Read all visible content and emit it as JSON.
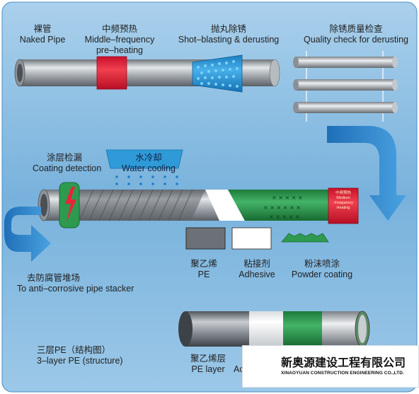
{
  "labels": {
    "naked_pipe": {
      "cn": "裸管",
      "en": "Naked Pipe"
    },
    "preheating": {
      "cn": "中频预热",
      "en1": "Middle–frequency",
      "en2": "pre–heating"
    },
    "shot_blasting": {
      "cn": "抛丸除锈",
      "en": "Shot–blasting & derusting"
    },
    "quality_check": {
      "cn": "除锈质量检查",
      "en": "Quality check for derusting"
    },
    "coating_detection": {
      "cn": "涂层检漏",
      "en": "Coating detection"
    },
    "water_cooling": {
      "cn": "水冷却",
      "en": "Water cooling"
    },
    "medium_heating": {
      "cn": "中频预热",
      "en1": "Medium",
      "en2": "-Frequency",
      "en3": "Heating"
    },
    "stacker": {
      "cn": "去防腐管堆场",
      "en": "To anti–corrosive pipe stacker"
    },
    "pe": {
      "cn": "聚乙烯",
      "en": "PE"
    },
    "adhesive": {
      "cn": "粘接剂",
      "en": "Adhesive"
    },
    "powder": {
      "cn": "粉沫喷涂",
      "en": "Powder coating"
    },
    "structure": {
      "cn": "三层PE（结构图）",
      "en": "3–layer PE (structure)"
    },
    "pe_layer": {
      "cn": "聚乙烯层",
      "en": "PE layer"
    },
    "adhesive_partial": {
      "en": "Ac"
    }
  },
  "company": {
    "name_cn": "新奥源建设工程有限公司",
    "name_en": "XINAOYUAN CONSTRUCTION ENGINEERING CO.,LTD."
  },
  "colors": {
    "background": "#6ea9d6",
    "pipe": "#a8adb2",
    "heater_red": "#e8243a",
    "blaster_blue": "#2f9ad8",
    "coating_green": "#2e9a4f",
    "arrow_blue": "#2a7cc4",
    "logo_red": "#d6202a",
    "logo_blue": "#1a3d8f"
  }
}
